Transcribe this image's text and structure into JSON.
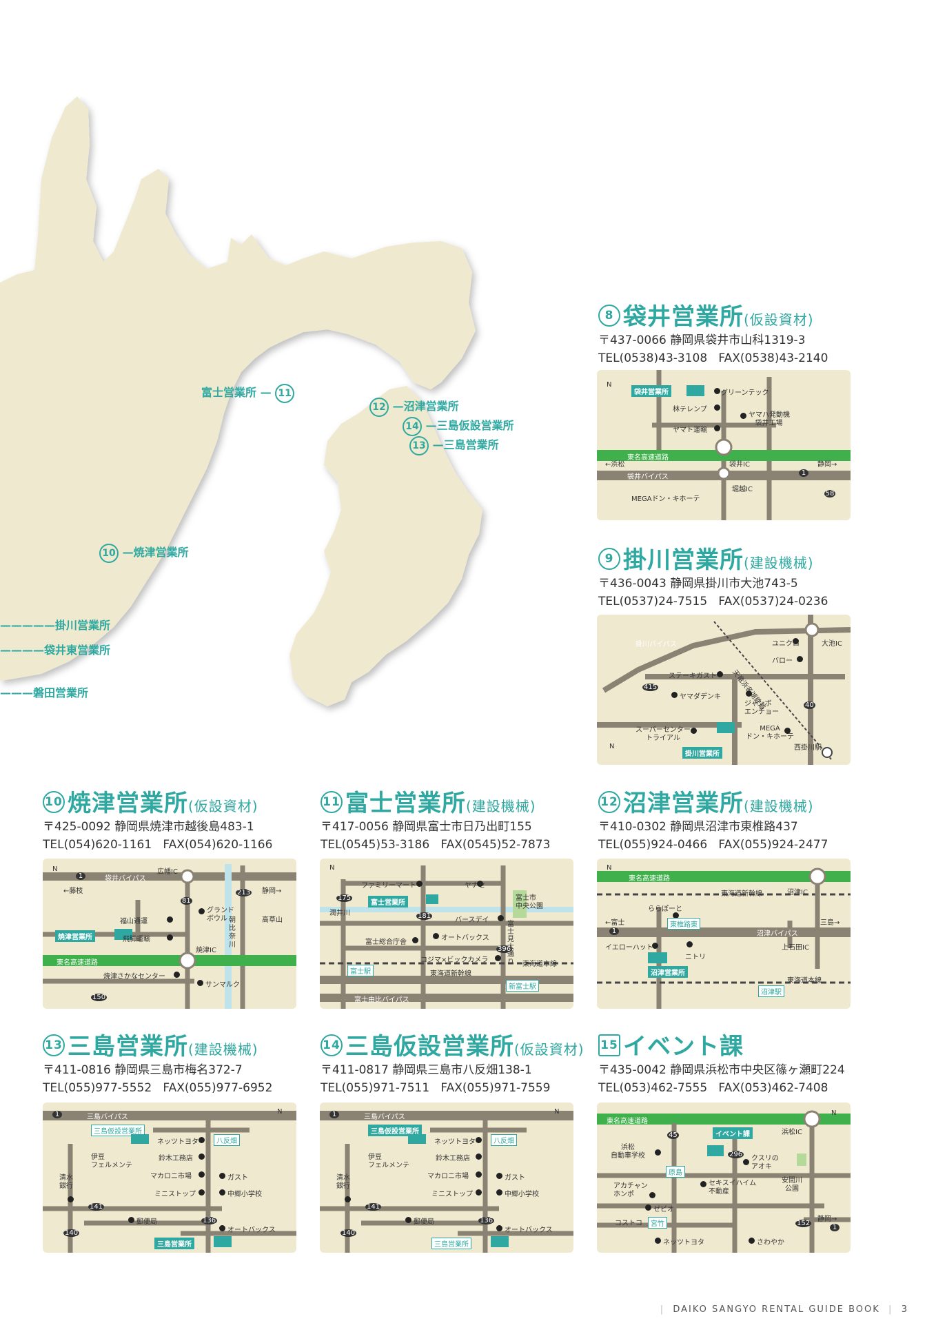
{
  "offices": [
    {
      "num": "8",
      "name": "袋井営業所",
      "type": "(仮設資材)",
      "postal": "〒437-0066",
      "address": "静岡県袋井市山科1319-3",
      "tel": "TEL(0538)43-3108",
      "fax": "FAX(0538)43-2140"
    },
    {
      "num": "9",
      "name": "掛川営業所",
      "type": "(建設機械)",
      "postal": "〒436-0043",
      "address": "静岡県掛川市大池743-5",
      "tel": "TEL(0537)24-7515",
      "fax": "FAX(0537)24-0236"
    },
    {
      "num": "10",
      "name": "焼津営業所",
      "type": "(仮設資材)",
      "postal": "〒425-0092",
      "address": "静岡県焼津市越後島483-1",
      "tel": "TEL(054)620-1161",
      "fax": "FAX(054)620-1166"
    },
    {
      "num": "11",
      "name": "富士営業所",
      "type": "(建設機械)",
      "postal": "〒417-0056",
      "address": "静岡県富士市日乃出町155",
      "tel": "TEL(0545)53-3186",
      "fax": "FAX(0545)52-7873"
    },
    {
      "num": "12",
      "name": "沼津営業所",
      "type": "(建設機械)",
      "postal": "〒410-0302",
      "address": "静岡県沼津市東椎路437",
      "tel": "TEL(055)924-0466",
      "fax": "FAX(055)924-2477"
    },
    {
      "num": "13",
      "name": "三島営業所",
      "type": "(建設機械)",
      "postal": "〒411-0816",
      "address": "静岡県三島市梅名372-7",
      "tel": "TEL(055)977-5552",
      "fax": "FAX(055)977-6952"
    },
    {
      "num": "14",
      "name": "三島仮設営業所",
      "type": "(仮設資材)",
      "postal": "〒411-0817",
      "address": "静岡県三島市八反畑138-1",
      "tel": "TEL(055)971-7511",
      "fax": "FAX(055)971-7559"
    },
    {
      "num": "15",
      "name": "イベント課",
      "type": "",
      "postal": "〒435-0042",
      "address": "静岡県浜松市中央区篠ヶ瀬町224",
      "tel": "TEL(053)462-7555",
      "fax": "FAX(053)462-7408"
    }
  ],
  "overview_labels": {
    "fuji": "富士営業所",
    "fuji_num": "11",
    "numazu": "沼津営業所",
    "numazu_num": "12",
    "mishima_kasetsu": "三島仮設営業所",
    "mishima_kasetsu_num": "14",
    "mishima": "三島営業所",
    "mishima_num": "13",
    "yaizu": "焼津営業所",
    "yaizu_num": "10",
    "kakegawa": "掛川営業所",
    "fukuroi_higashi": "袋井東営業所",
    "iwata": "磐田営業所"
  },
  "map8": {
    "office": "袋井営業所",
    "l1": "グリーンテック",
    "l2": "林テレンプ",
    "l3": "ヤマハ発動機",
    "l3b": "袋井工場",
    "l4": "ヤマト運輸",
    "l5": "東名高速道路",
    "l6": "←浜松",
    "l7": "袋井IC",
    "l8": "静岡→",
    "l9": "袋井バイパス",
    "l10": "堀越IC",
    "l11": "MEGAドン・キホーテ",
    "r1": "1",
    "r2": "58",
    "n": "N"
  },
  "map9": {
    "office": "掛川営業所",
    "l1": "掛川バイパス",
    "l2": "ユニクロ",
    "l3": "大池IC",
    "l4": "バロー",
    "l5": "ステーキガスト",
    "l6": "天竜浜名湖鉄道",
    "l7": "ヤマダデンキ",
    "l8": "ジャンボ",
    "l8b": "エンチョー",
    "l9": "スーパーセンター",
    "l9b": "トライアル",
    "l10": "MEGA",
    "l10b": "ドン・キホーテ",
    "l11": "西掛川駅",
    "r1": "415",
    "r2": "40",
    "n": "N"
  },
  "map10": {
    "office": "焼津営業所",
    "l1": "広幡IC",
    "l2": "袋井バイパス",
    "l3": "←藤枝",
    "l4": "静岡→",
    "l5": "福山通運",
    "l6": "グランド",
    "l6b": "ボウル",
    "l7": "朝比奈川",
    "l8": "高草山",
    "l9": "飛脚運輸",
    "l10": "焼津IC",
    "l11": "東名高速道路",
    "l12": "焼津さかなセンター",
    "l13": "サンマルク",
    "r1": "1",
    "r2": "81",
    "r3": "213",
    "r4": "150",
    "n": "N"
  },
  "map11": {
    "office": "富士営業所",
    "l1": "ファミリーマート",
    "l2": "ヤナセ",
    "l3": "潤井川",
    "l4": "富士市",
    "l4b": "中央公園",
    "l5": "バースデイ",
    "l6": "富士見大通り",
    "l7": "オートバックス",
    "l8": "富士総合庁舎",
    "l9": "コジマ×ビックカメラ",
    "l10": "東海道本線",
    "l11": "富士駅",
    "l12": "東海道新幹線",
    "l13": "新富士駅",
    "l14": "富士由比バイパス",
    "r1": "175",
    "r2": "181",
    "r3": "396",
    "n": "N"
  },
  "map12": {
    "office": "沼津営業所",
    "l1": "東名高速道路",
    "l2": "東海道新幹線",
    "l3": "沼津IC",
    "l4": "ららぽーと",
    "l5": "←富士",
    "l6": "東椎路東",
    "l7": "三島→",
    "l8": "沼津バイパス",
    "l9": "イエローハット",
    "l10": "ニトリ",
    "l11": "上石田IC",
    "l12": "東海道本線",
    "l13": "沼津駅",
    "r1": "1",
    "n": "N"
  },
  "map13": {
    "office": "三島営業所",
    "l0": "三島仮設営業所",
    "l1": "三島バイパス",
    "l2": "ネッツトヨタ",
    "l3": "八反畑",
    "l4": "伊豆",
    "l4b": "フェルメンテ",
    "l5": "鈴木工務店",
    "l6": "清水",
    "l6b": "銀行",
    "l7": "マカロニ市場",
    "l8": "ガスト",
    "l9": "ミニストップ",
    "l10": "中郷小学校",
    "l11": "郵便局",
    "l12": "オートバックス",
    "r1": "1",
    "r2": "141",
    "r3": "140",
    "r4": "136",
    "n": "N"
  },
  "map14": {
    "office": "三島仮設営業所",
    "l0": "三島営業所",
    "l1": "三島バイパス",
    "l2": "ネッツトヨタ",
    "l3": "八反畑",
    "l4": "伊豆",
    "l4b": "フェルメンテ",
    "l5": "鈴木工務店",
    "l6": "清水",
    "l6b": "銀行",
    "l7": "マカロニ市場",
    "l8": "ガスト",
    "l9": "ミニストップ",
    "l10": "中郷小学校",
    "l11": "郵便局",
    "l12": "オートバックス",
    "r1": "1",
    "r2": "141",
    "r3": "140",
    "r4": "136",
    "n": "N"
  },
  "map15": {
    "office": "イベント課",
    "l1": "東名高速道路",
    "l2": "浜松IC",
    "l3": "浜松",
    "l3b": "自動車学校",
    "l4": "クスリの",
    "l4b": "アオキ",
    "l5": "原島",
    "l6": "安間川",
    "l6b": "公園",
    "l7": "アカチャン",
    "l7b": "ホンポ",
    "l8": "セキスイハイム",
    "l8b": "不動産",
    "l9": "ゼビオ",
    "l10": "コストコ",
    "l11": "宮竹",
    "l12": "静岡→",
    "l13": "ネッツトヨタ",
    "l14": "さわやか",
    "r1": "45",
    "r2": "296",
    "r3": "152",
    "r4": "1",
    "n": "N"
  },
  "footer": "DAIKO SANGYO RENTAL GUIDE BOOK",
  "page_num": "3",
  "colors": {
    "accent": "#2ea8a0",
    "land": "#efe9cf",
    "road": "#8a8273",
    "highway": "#3fb04b"
  }
}
